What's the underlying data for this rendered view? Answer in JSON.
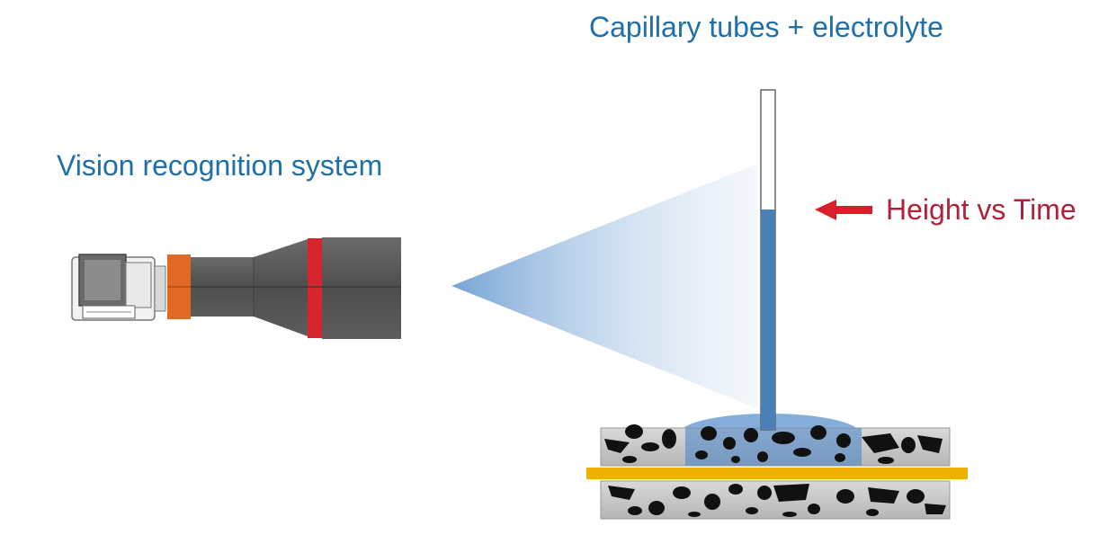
{
  "labels": {
    "capillary": "Capillary tubes + electrolyte",
    "vision": "Vision recognition system",
    "height": "Height vs Time"
  },
  "colors": {
    "label_blue": "#1f6fa8",
    "label_red": "#b0223a",
    "arrow_red": "#d8202a",
    "liquid_blue": "#4a7fb8",
    "beam_blue": "#7ea9d8",
    "camera_gray": "#5a5a5a",
    "ring_red": "#d7262b",
    "ring_orange": "#e06a25",
    "separator_yellow": "#f0b000",
    "electrode_gray": "#c8c8c8"
  }
}
